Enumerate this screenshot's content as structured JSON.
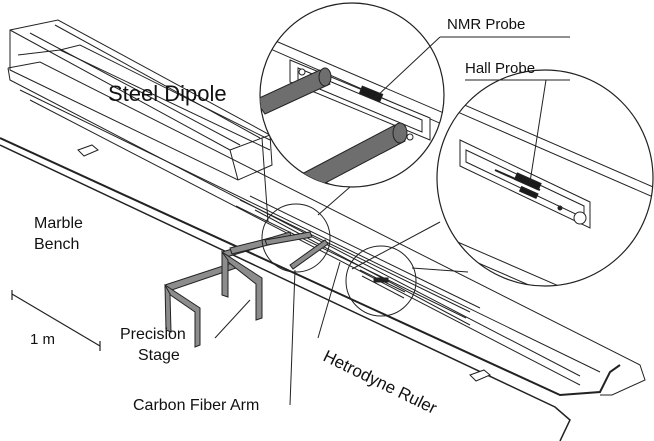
{
  "labels": {
    "steel_dipole": "Steel Dipole",
    "nmr_probe": "NMR Probe",
    "hall_probe": "Hall Probe",
    "marble": "Marble",
    "bench": "Bench",
    "scale": "1 m",
    "precision": "Precision",
    "stage": "Stage",
    "carbon_fiber_arm": "Carbon Fiber Arm",
    "hetrodyne_ruler": "Hetrodyne Ruler"
  },
  "colors": {
    "line": "#222222",
    "stage_fill": "#8c8c8c",
    "rod_fill": "#6e6e6e",
    "probe_fill": "#1a1a1a"
  }
}
